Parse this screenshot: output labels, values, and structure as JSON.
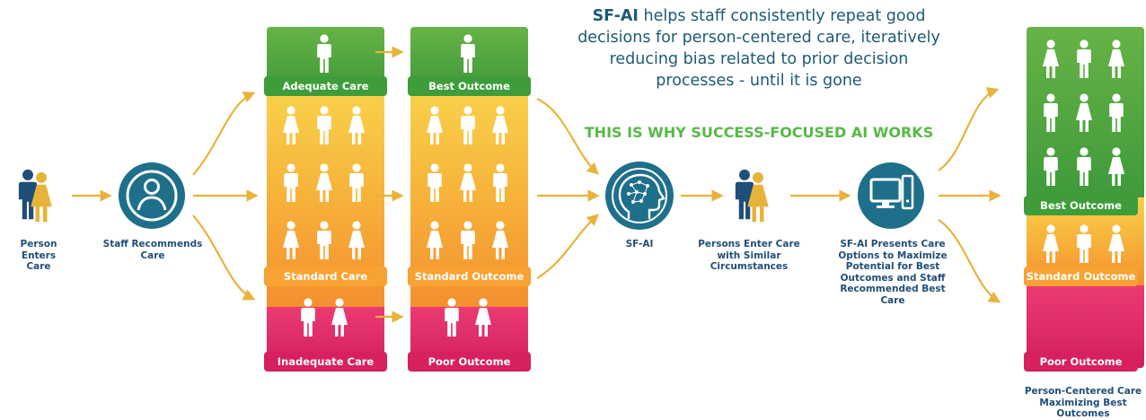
{
  "colors": {
    "green": "#3e9d3a",
    "orange": "#f7a233",
    "pink": "#d6205f",
    "navy": "#1f4e79",
    "teal": "#1e6f8a",
    "arrow": "#e8b33a",
    "accent_green": "#57b947"
  },
  "headline": {
    "brand": "SF-AI",
    "text": "helps staff consistently repeat good decisions for person-centered care, iteratively reducing bias related to prior decision processes - until it is gone"
  },
  "tagline": "THIS IS WHY SUCCESS-FOCUSED AI WORKS",
  "captions": {
    "person_enters": "Person Enters Care",
    "staff_recommends": "Staff Recommends Care",
    "sfai": "SF-AI",
    "persons_enter": "Persons Enter Care with Similar Circumstances",
    "sfai_presents": "SF-AI Presents Care Options to Maximize Potential for Best Outcomes and Staff Recommended Best Care",
    "person_centered": "Person-Centered Care Maximizing Best Outcomes"
  },
  "care_column": {
    "adequate": "Adequate Care",
    "standard": "Standard Care",
    "inadequate": "Inadequate Care"
  },
  "outcome_column": {
    "best": "Best Outcome",
    "standard": "Standard Outcome",
    "poor": "Poor Outcome"
  },
  "final_column": {
    "best": "Best Outcome",
    "standard": "Standard Outcome",
    "poor": "Poor Outcome"
  },
  "icons": [
    "couple-icon",
    "staff-avatar-icon",
    "ai-head-icon",
    "computer-icon",
    "person-icon"
  ]
}
